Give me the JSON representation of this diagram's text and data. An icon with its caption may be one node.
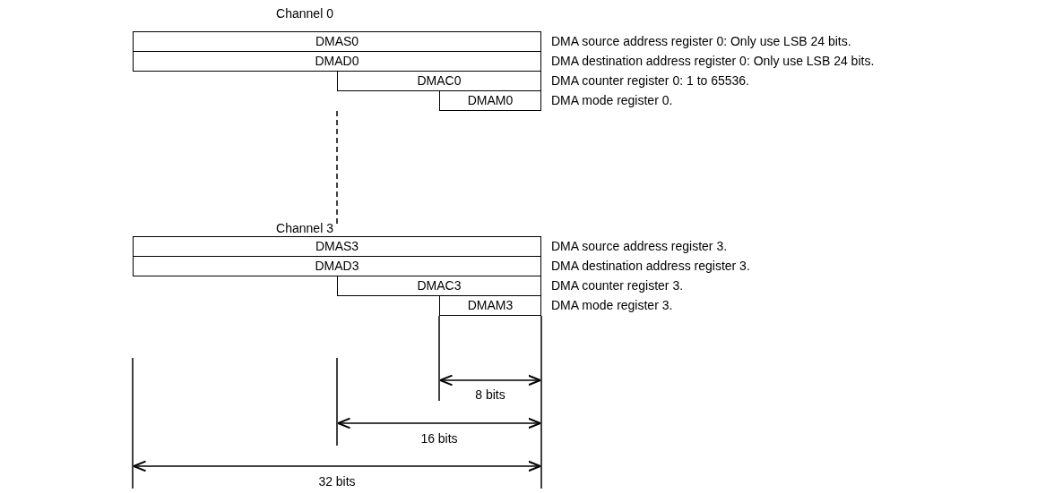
{
  "diagram": {
    "nodes": [
      {
        "text": [
          "DMAS0"
        ],
        "beside": [
          "DMA source address register 0: Only use LSB 24 bits."
        ]
      },
      {
        "text": [
          "DMAD0"
        ],
        "beside": [
          "DMA destination address register 0: Only use LSB 24 bits."
        ]
      },
      {
        "text": [
          "DMAC0"
        ],
        "beside": [
          "DMA counter register 0: 1 to 65536."
        ]
      },
      {
        "text": [
          "DMAM0"
        ],
        "beside": [
          "DMA mode register 0."
        ]
      },
      {
        "text": [
          "DMAS3"
        ],
        "beside": [
          "DMA source address register 3."
        ]
      },
      {
        "text": [
          "DMAD3"
        ],
        "beside": [
          "DMA destination address register 3."
        ]
      },
      {
        "text": [
          "DMAC3"
        ],
        "beside": [
          "DMA counter register 3."
        ]
      },
      {
        "text": [
          "DMAM3"
        ],
        "beside": [
          "DMA mode register 3."
        ]
      }
    ],
    "labels": [
      "Channel 0",
      "Channel 3",
      "8 bits",
      "16 bits",
      "32 bits"
    ]
  }
}
